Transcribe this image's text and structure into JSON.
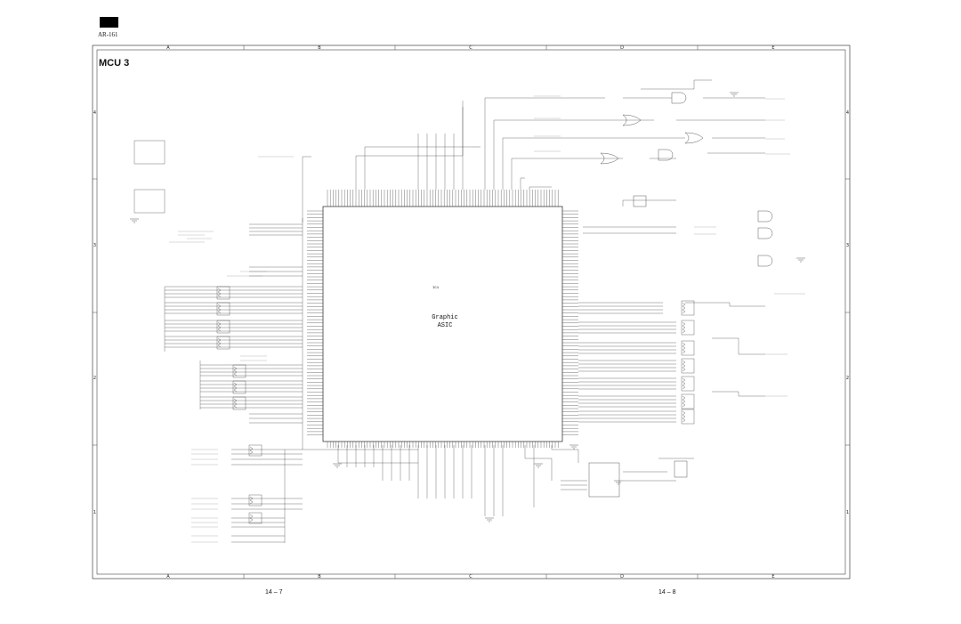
{
  "header": {
    "model": "AR-161"
  },
  "sheet": {
    "title": "MCU 3",
    "columns_top": [
      "A",
      "B",
      "C",
      "D",
      "E"
    ],
    "columns_bottom": [
      "A",
      "B",
      "C",
      "D",
      "E"
    ],
    "rows_left": [
      "4",
      "3",
      "2",
      "1"
    ],
    "rows_right": [
      "4",
      "3",
      "2",
      "1"
    ]
  },
  "asic": {
    "line1": "Graphic",
    "line2": "ASIC",
    "ref": "IC1"
  },
  "footer": {
    "left_page": "14 – 7",
    "right_page": "14 – 8"
  },
  "colors": {
    "line": "#222222",
    "paper": "#ffffff"
  }
}
